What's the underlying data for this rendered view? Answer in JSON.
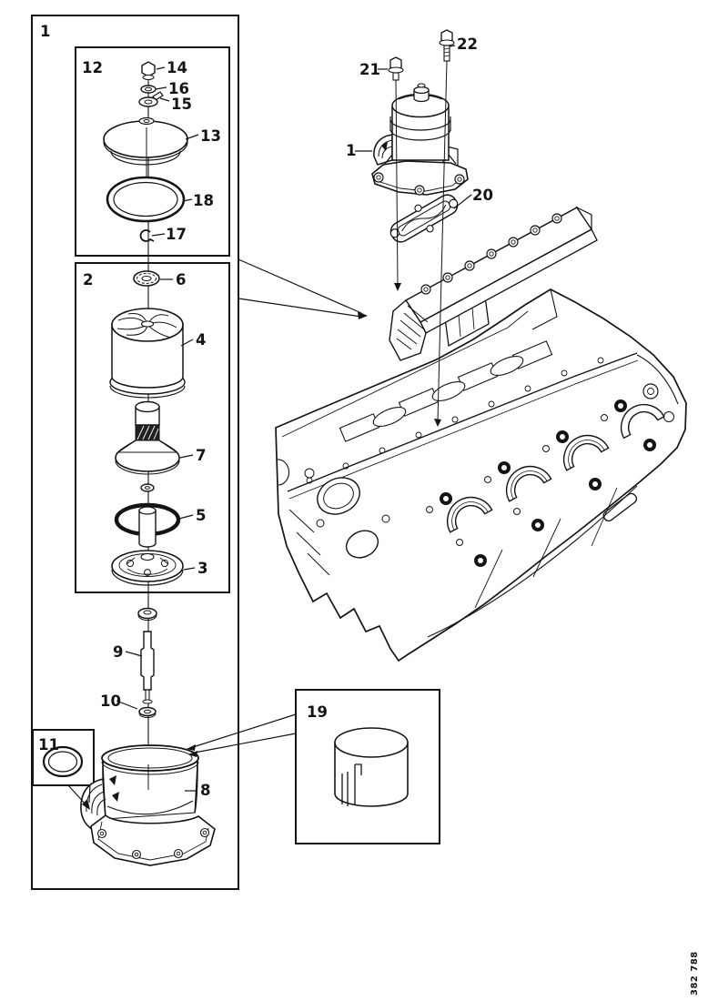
{
  "figure": {
    "background": "#ffffff",
    "line_color": "#141414",
    "footer_code": "382 788"
  },
  "callouts": [
    {
      "id": "box-1",
      "label": "1"
    },
    {
      "id": "box-12",
      "label": "12"
    },
    {
      "id": "part-14",
      "label": "14"
    },
    {
      "id": "part-16",
      "label": "16"
    },
    {
      "id": "part-15",
      "label": "15"
    },
    {
      "id": "part-13",
      "label": "13"
    },
    {
      "id": "part-18",
      "label": "18"
    },
    {
      "id": "part-17",
      "label": "17"
    },
    {
      "id": "box-2",
      "label": "2"
    },
    {
      "id": "part-6",
      "label": "6"
    },
    {
      "id": "part-4",
      "label": "4"
    },
    {
      "id": "part-7",
      "label": "7"
    },
    {
      "id": "part-5",
      "label": "5"
    },
    {
      "id": "part-3",
      "label": "3"
    },
    {
      "id": "part-9",
      "label": "9"
    },
    {
      "id": "part-10",
      "label": "10"
    },
    {
      "id": "box-11",
      "label": "11"
    },
    {
      "id": "part-8",
      "label": "8"
    },
    {
      "id": "box-19",
      "label": "19"
    },
    {
      "id": "part-20",
      "label": "20"
    },
    {
      "id": "part-21",
      "label": "21"
    },
    {
      "id": "part-22",
      "label": "22"
    },
    {
      "id": "assembly-1",
      "label": "1"
    }
  ]
}
